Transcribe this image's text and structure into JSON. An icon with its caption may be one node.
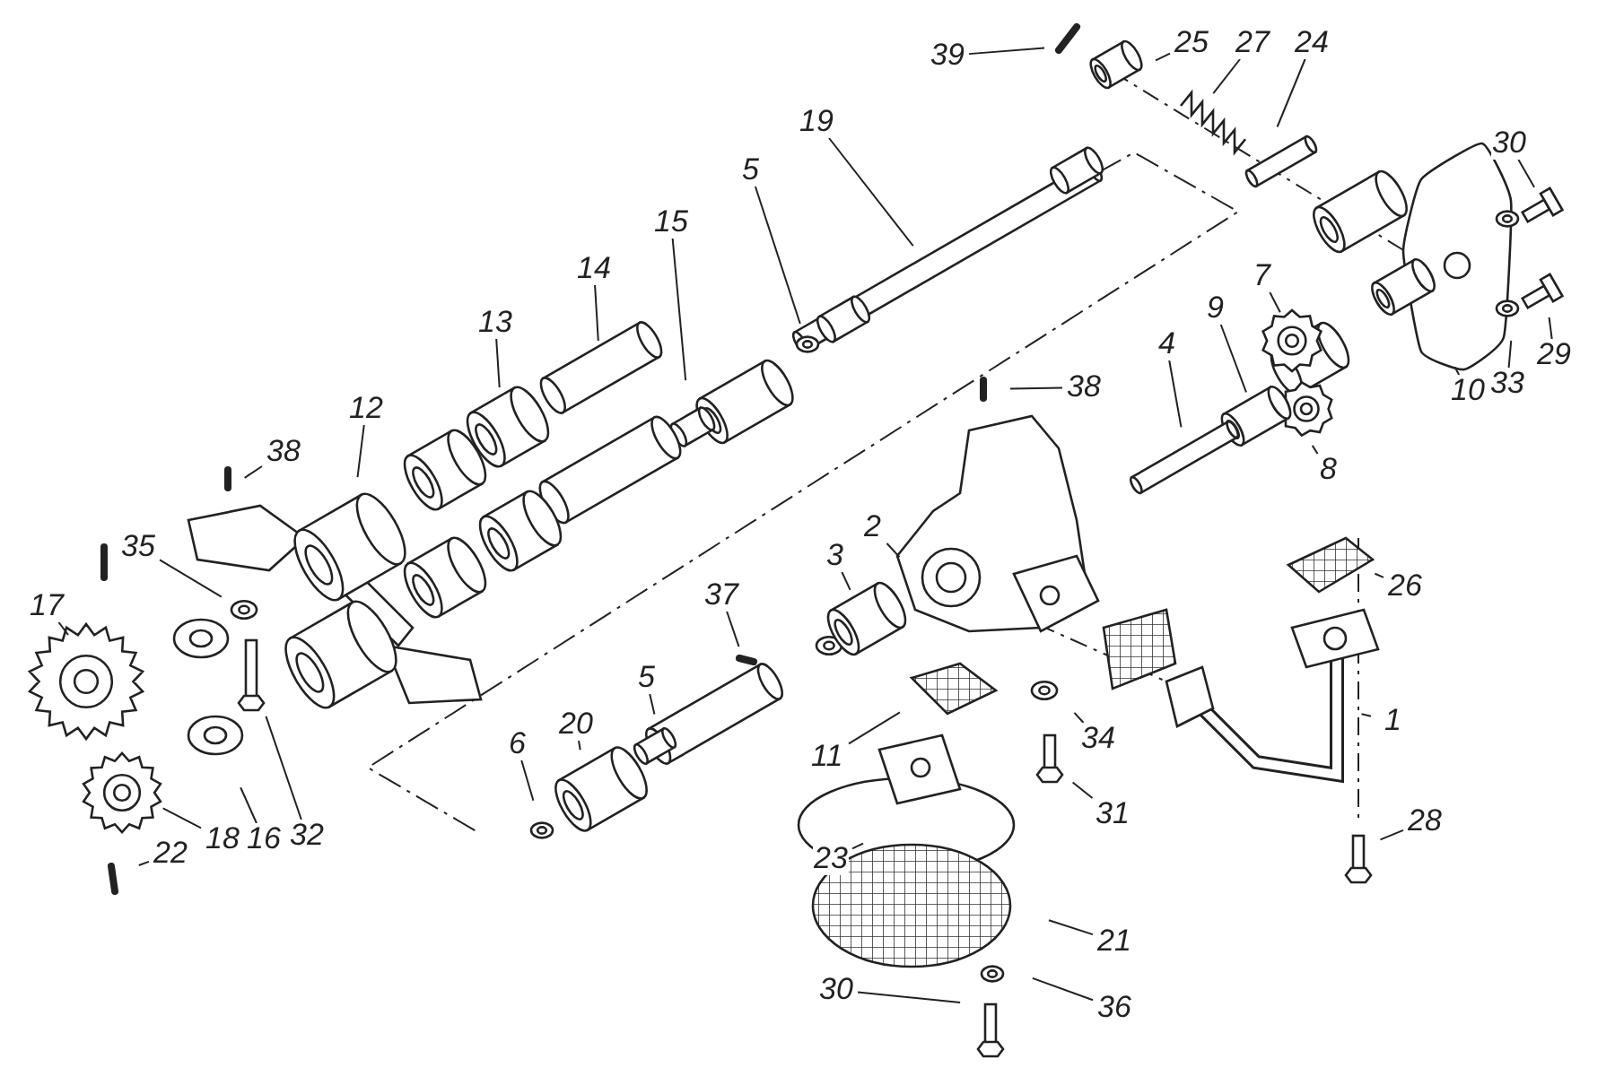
{
  "diagram": {
    "nodes": [
      {
        "text": [
          "39"
        ]
      },
      {
        "text": [
          "25"
        ]
      },
      {
        "text": [
          "27"
        ]
      },
      {
        "text": [
          "24"
        ]
      },
      {
        "text": [
          "19"
        ]
      },
      {
        "text": [
          "30"
        ]
      },
      {
        "text": [
          "5"
        ]
      },
      {
        "text": [
          "15"
        ]
      },
      {
        "text": [
          "14"
        ]
      },
      {
        "text": [
          "7"
        ]
      },
      {
        "text": [
          "13"
        ]
      },
      {
        "text": [
          "9"
        ]
      },
      {
        "text": [
          "4"
        ]
      },
      {
        "text": [
          "29"
        ]
      },
      {
        "text": [
          "10"
        ]
      },
      {
        "text": [
          "33"
        ]
      },
      {
        "text": [
          "38"
        ]
      },
      {
        "text": [
          "12"
        ]
      },
      {
        "text": [
          "38"
        ]
      },
      {
        "text": [
          "8"
        ]
      },
      {
        "text": [
          "2"
        ]
      },
      {
        "text": [
          "35"
        ]
      },
      {
        "text": [
          "3"
        ]
      },
      {
        "text": [
          "26"
        ]
      },
      {
        "text": [
          "17"
        ]
      },
      {
        "text": [
          "37"
        ]
      },
      {
        "text": [
          "5"
        ]
      },
      {
        "text": [
          "1"
        ]
      },
      {
        "text": [
          "20"
        ]
      },
      {
        "text": [
          "34"
        ]
      },
      {
        "text": [
          "6"
        ]
      },
      {
        "text": [
          "11"
        ]
      },
      {
        "text": [
          "31"
        ]
      },
      {
        "text": [
          "32"
        ]
      },
      {
        "text": [
          "18"
        ]
      },
      {
        "text": [
          "16"
        ]
      },
      {
        "text": [
          "22"
        ]
      },
      {
        "text": [
          "28"
        ]
      },
      {
        "text": [
          "23"
        ]
      },
      {
        "text": [
          "21"
        ]
      },
      {
        "text": [
          "30"
        ]
      },
      {
        "text": [
          "36"
        ]
      }
    ],
    "edges": [
      {
        "from": 0,
        "to": null,
        "arrow": "none"
      },
      {
        "from": 1,
        "to": null,
        "arrow": "none"
      },
      {
        "from": 2,
        "to": null,
        "arrow": "none"
      },
      {
        "from": 3,
        "to": null,
        "arrow": "none"
      },
      {
        "from": 4,
        "to": null,
        "arrow": "none"
      },
      {
        "from": 5,
        "to": null,
        "arrow": "none"
      },
      {
        "from": 6,
        "to": null,
        "arrow": "none"
      },
      {
        "from": 7,
        "to": null,
        "arrow": "none"
      },
      {
        "from": 8,
        "to": null,
        "arrow": "none"
      },
      {
        "from": 9,
        "to": null,
        "arrow": "none"
      },
      {
        "from": 10,
        "to": null,
        "arrow": "none"
      },
      {
        "from": 11,
        "to": null,
        "arrow": "none"
      },
      {
        "from": 12,
        "to": null,
        "arrow": "none"
      },
      {
        "from": 13,
        "to": null,
        "arrow": "none"
      },
      {
        "from": 14,
        "to": null,
        "arrow": "none"
      },
      {
        "from": 15,
        "to": null,
        "arrow": "none"
      },
      {
        "from": 16,
        "to": null,
        "arrow": "none"
      },
      {
        "from": 17,
        "to": null,
        "arrow": "none"
      },
      {
        "from": 18,
        "to": null,
        "arrow": "none"
      },
      {
        "from": 19,
        "to": null,
        "arrow": "none"
      },
      {
        "from": 20,
        "to": null,
        "arrow": "none"
      },
      {
        "from": 21,
        "to": null,
        "arrow": "none"
      },
      {
        "from": 22,
        "to": null,
        "arrow": "none"
      },
      {
        "from": 23,
        "to": null,
        "arrow": "none"
      },
      {
        "from": 24,
        "to": null,
        "arrow": "none"
      },
      {
        "from": 25,
        "to": null,
        "arrow": "none"
      },
      {
        "from": 26,
        "to": null,
        "arrow": "none"
      },
      {
        "from": 27,
        "to": null,
        "arrow": "none"
      },
      {
        "from": 28,
        "to": null,
        "arrow": "none"
      },
      {
        "from": 29,
        "to": null,
        "arrow": "none"
      },
      {
        "from": 30,
        "to": null,
        "arrow": "none"
      },
      {
        "from": 31,
        "to": null,
        "arrow": "none"
      },
      {
        "from": 32,
        "to": null,
        "arrow": "none"
      },
      {
        "from": 33,
        "to": null,
        "arrow": "none"
      },
      {
        "from": 34,
        "to": null,
        "arrow": "none"
      },
      {
        "from": 35,
        "to": null,
        "arrow": "none"
      },
      {
        "from": 36,
        "to": null,
        "arrow": "none"
      },
      {
        "from": 37,
        "to": null,
        "arrow": "none"
      },
      {
        "from": 38,
        "to": null,
        "arrow": "none"
      },
      {
        "from": 39,
        "to": null,
        "arrow": "none"
      },
      {
        "from": 40,
        "to": null,
        "arrow": "none"
      },
      {
        "from": 41,
        "to": null,
        "arrow": "none"
      }
    ]
  }
}
